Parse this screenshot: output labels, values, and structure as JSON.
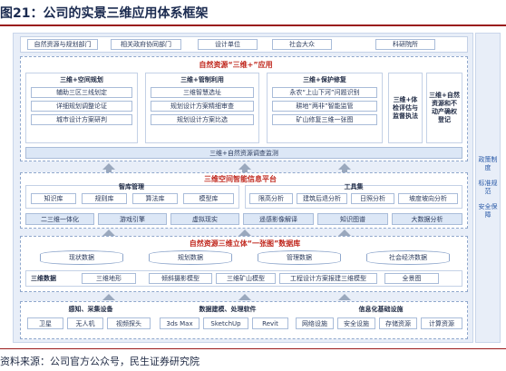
{
  "title": "图21：公司的实景三维应用体系框架",
  "source": "资料来源：公司官方公众号，民生证券研究院",
  "top_row": [
    "自然资源与规划部门",
    "相关政府协同部门",
    "设计单位",
    "社会大众",
    "科研院所"
  ],
  "app": {
    "title": "自然资源“三维+”应用",
    "planning": {
      "title": "三维+空间规划",
      "items": [
        "辅助三区三线划定",
        "详细规划调整论证",
        "城市设计方案研判"
      ]
    },
    "control": {
      "title": "三维+管制利用",
      "items": [
        "三维智慧选址",
        "规划设计方案精细审查",
        "规划设计方案比选"
      ]
    },
    "protect": {
      "title": "三维+保护修复",
      "items": [
        "永农“上山下河”问题识别",
        "耕地“两非”智能监管",
        "矿山修复三维一张图"
      ]
    },
    "eval": "三维+体检评估与监督执法",
    "property": "三维+自然资源和不动产确权登记",
    "survey": "三维+自然资源调查监测"
  },
  "side": [
    "政策制度",
    "标准规范",
    "安全保障"
  ],
  "platform": {
    "title": "三维空间智能信息平台",
    "lib_title": "智库管理",
    "libs": [
      "知识库",
      "规则库",
      "算法库",
      "模型库"
    ],
    "tool_title": "工具集",
    "tools": [
      "限高分析",
      "建筑后退分析",
      "日照分析",
      "坡度坡向分析"
    ],
    "engine": [
      "二三维一体化",
      "游戏引擎",
      "虚拟现实",
      "遥感影像解译",
      "知识图谱",
      "大数据分析"
    ]
  },
  "db": {
    "title": "自然资源三维立体“一张图”数据库",
    "cyl": [
      "现状数据",
      "规划数据",
      "管理数据",
      "社会经济数据"
    ],
    "row_label": "三维数据",
    "row": [
      "三维地形",
      "倾斜摄影模型",
      "三维矿山模型",
      "工程设计方案报建三维模型",
      "全景图"
    ]
  },
  "infra": {
    "sense_title": "感知、采集设备",
    "sense": [
      "卫星",
      "无人机",
      "视频探头"
    ],
    "soft_title": "数据建模、处理软件",
    "soft": [
      "3ds Max",
      "SketchUp",
      "Revit"
    ],
    "it_title": "信息化基础设施",
    "it": [
      "网络设施",
      "安全设施",
      "存储资源",
      "计算资源"
    ]
  }
}
